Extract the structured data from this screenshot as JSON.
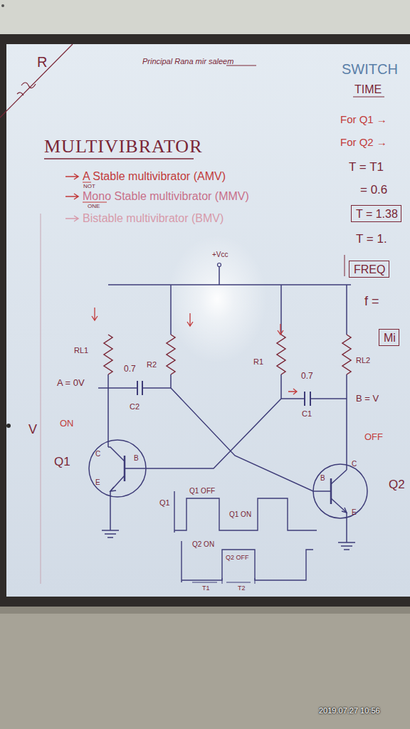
{
  "diagram": {
    "title": "MULTIVIBRATOR",
    "nodes": [
      {
        "text": [
          "T = 1.38"
        ]
      },
      {
        "text": [
          "FREQ"
        ]
      },
      {
        "text": [
          "Mi"
        ]
      }
    ],
    "labels": [
      "R",
      "Principal Rana mir saleem",
      "A Stable multivibrator (AMV)",
      "NOT",
      "Mono Stable multivibrator (MMV)",
      "ONE",
      "Bistable multivibrator (BMV)",
      "SWITCH",
      "TIME",
      "For Q1 →",
      "For Q2 →",
      "T = T1",
      "= 0.6",
      "T = 1.",
      "f =",
      "+Vcc",
      "RL1",
      "R2",
      "R1",
      "RL2",
      "0.7",
      "C2",
      "0.7",
      "C1",
      "A = 0V",
      "B = V",
      "ON",
      "OFF",
      "V",
      "Q1",
      "C",
      "B",
      "E",
      "Q2",
      "C",
      "B",
      "E",
      "Q1",
      "Q1 OFF",
      "Q1 ON",
      "Q2 ON",
      "Q2 OFF",
      "T1",
      "T2",
      "2019.07.27 10:56"
    ]
  }
}
